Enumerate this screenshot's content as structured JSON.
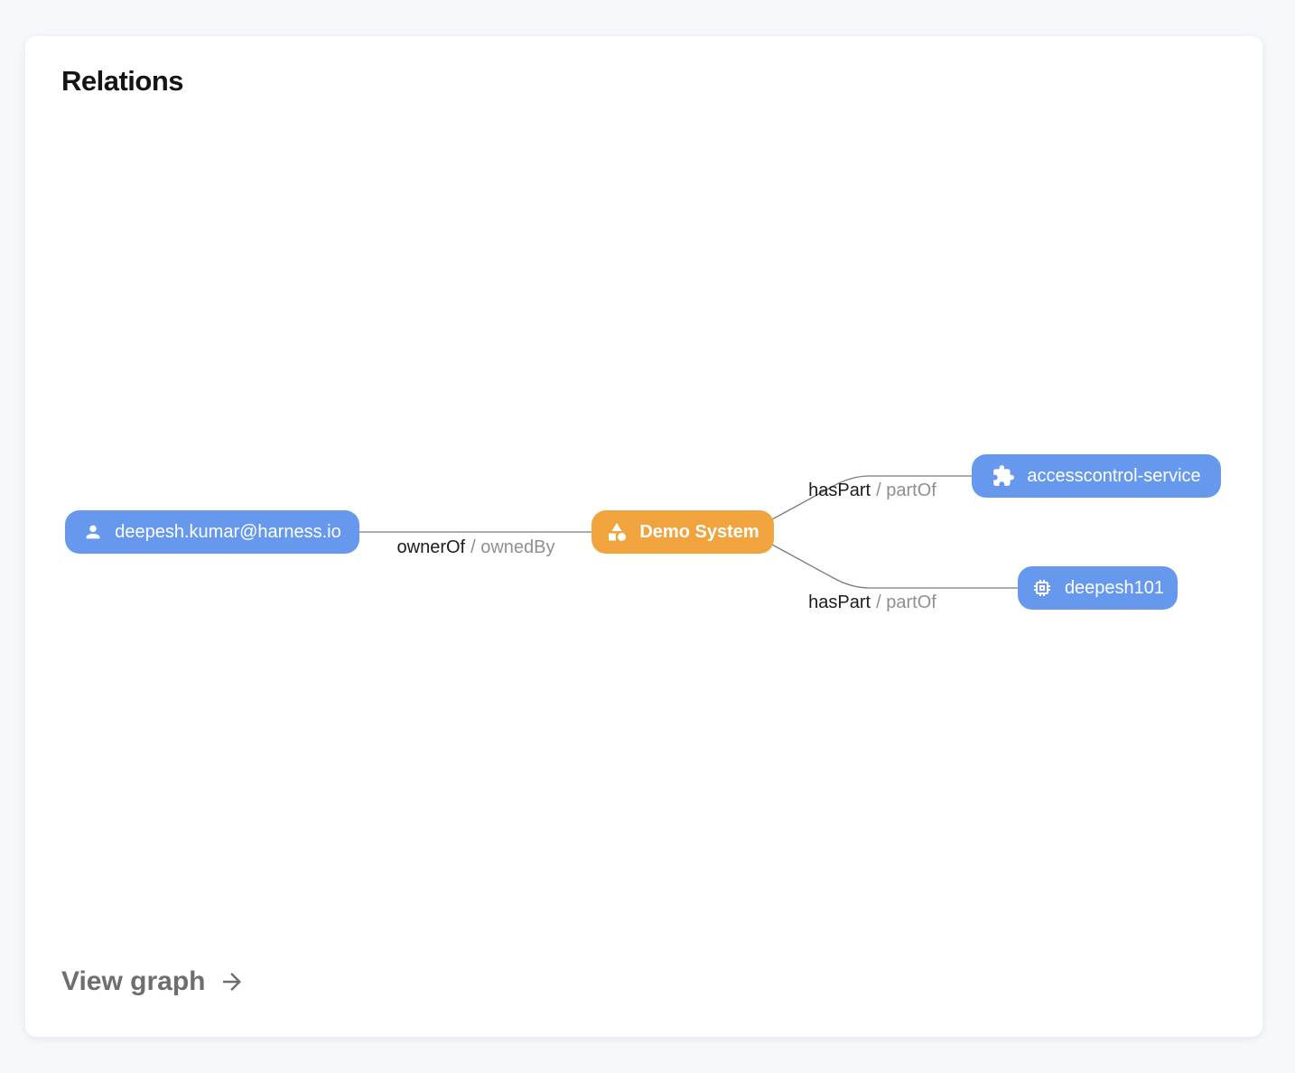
{
  "card": {
    "title": "Relations",
    "view_graph": {
      "label": "View graph",
      "icon": "arrow-right-icon"
    }
  },
  "graph": {
    "nodes": [
      {
        "id": "user",
        "label": "deepesh.kumar@harness.io",
        "icon": "person-icon",
        "color": "#6699ee",
        "text_color": "#ffffff"
      },
      {
        "id": "system",
        "label": "Demo System",
        "icon": "category-icon",
        "color": "#f1a43e",
        "text_color": "#ffffff"
      },
      {
        "id": "service",
        "label": "accesscontrol-service",
        "icon": "puzzle-icon",
        "color": "#6699ee",
        "text_color": "#ffffff"
      },
      {
        "id": "resource",
        "label": "deepesh101",
        "icon": "chip-icon",
        "color": "#6699ee",
        "text_color": "#ffffff"
      }
    ],
    "edges": [
      {
        "from": "user",
        "to": "system",
        "primary": "ownerOf",
        "secondary": "/ ownedBy"
      },
      {
        "from": "system",
        "to": "service",
        "primary": "hasPart",
        "secondary": "/ partOf"
      },
      {
        "from": "system",
        "to": "resource",
        "primary": "hasPart",
        "secondary": "/ partOf"
      }
    ]
  },
  "colors": {
    "page_background": "#f6f8fb",
    "card_background": "#ffffff",
    "node_blue": "#6699ee",
    "node_orange": "#f1a43e",
    "edge_line": "#7a7a7a",
    "edge_label_primary": "#1c1c1c",
    "edge_label_secondary": "#8f8f8f",
    "title_color": "#141414",
    "view_graph_color": "#6e6e6e"
  }
}
